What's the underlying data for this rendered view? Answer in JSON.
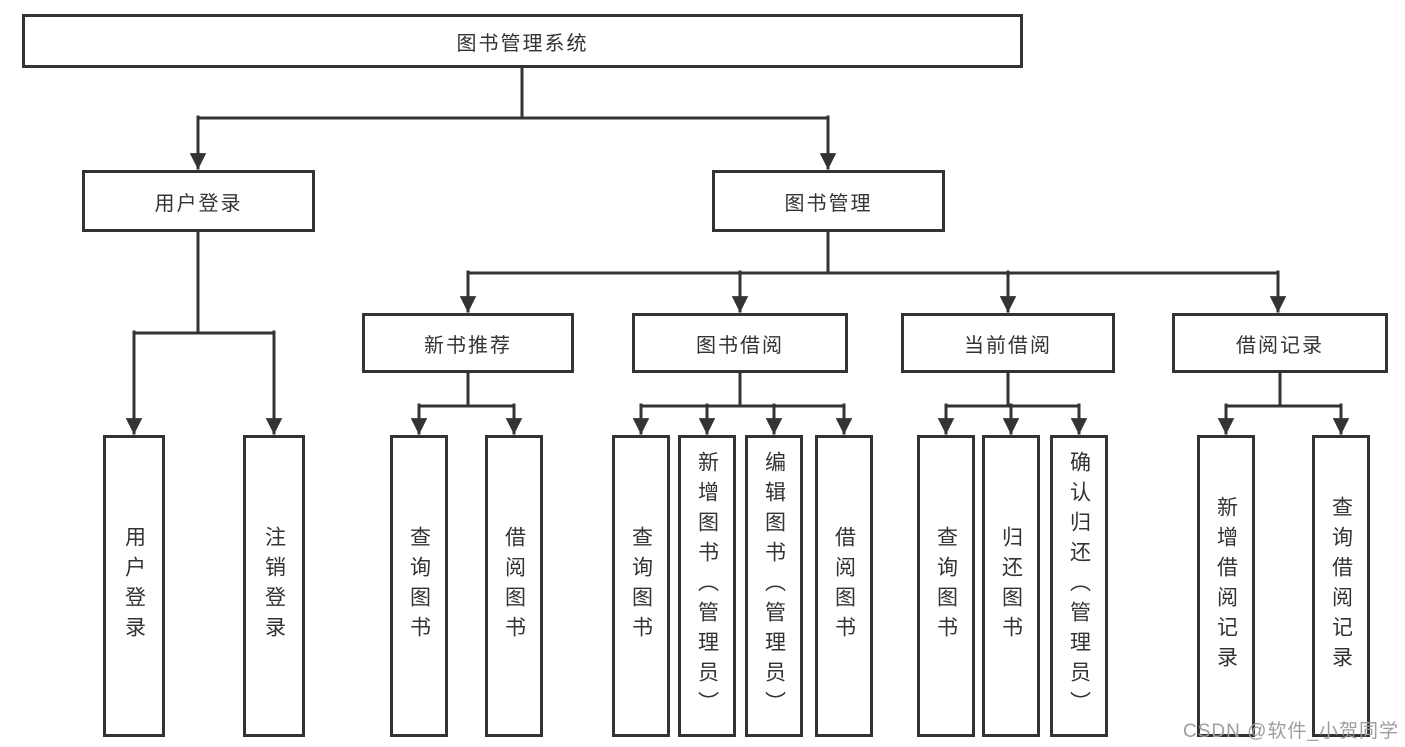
{
  "diagram": {
    "type": "hierarchy-tree",
    "orientation": "top-down",
    "colors": {
      "line": "#333333",
      "text": "#333333",
      "box_background": "#ffffff",
      "page_background": "#ffffff",
      "watermark": "#9e9e9e"
    }
  },
  "nodes": {
    "root": "图书管理系统",
    "userLogin": "用户登录",
    "bookMgmt": "图书管理",
    "newBook": "新书推荐",
    "bookBorrow": "图书借阅",
    "currentBorrow": "当前借阅",
    "borrowRecord": "借阅记录",
    "leafUserLogin": "用户登录",
    "leafLogout": "注销登录",
    "leafQueryBook1": "查询图书",
    "leafBorrowBook1": "借阅图书",
    "leafQueryBook2": "查询图书",
    "leafAddBook": "新增图书（管理员）",
    "leafEditBook": "编辑图书（管理员）",
    "leafBorrowBook2": "借阅图书",
    "leafQueryBook3": "查询图书",
    "leafReturnBook": "归还图书",
    "leafConfirmReturn": "确认归还（管理员）",
    "leafAddRecord": "新增借阅记录",
    "leafQueryRecord": "查询借阅记录"
  },
  "tree": {
    "图书管理系统": {
      "用户登录": [
        "用户登录",
        "注销登录"
      ],
      "图书管理": {
        "新书推荐": [
          "查询图书",
          "借阅图书"
        ],
        "图书借阅": [
          "查询图书",
          "新增图书（管理员）",
          "编辑图书（管理员）",
          "借阅图书"
        ],
        "当前借阅": [
          "查询图书",
          "归还图书",
          "确认归还（管理员）"
        ],
        "借阅记录": [
          "新增借阅记录",
          "查询借阅记录"
        ]
      }
    }
  },
  "watermark": "CSDN @软件_小贺同学"
}
